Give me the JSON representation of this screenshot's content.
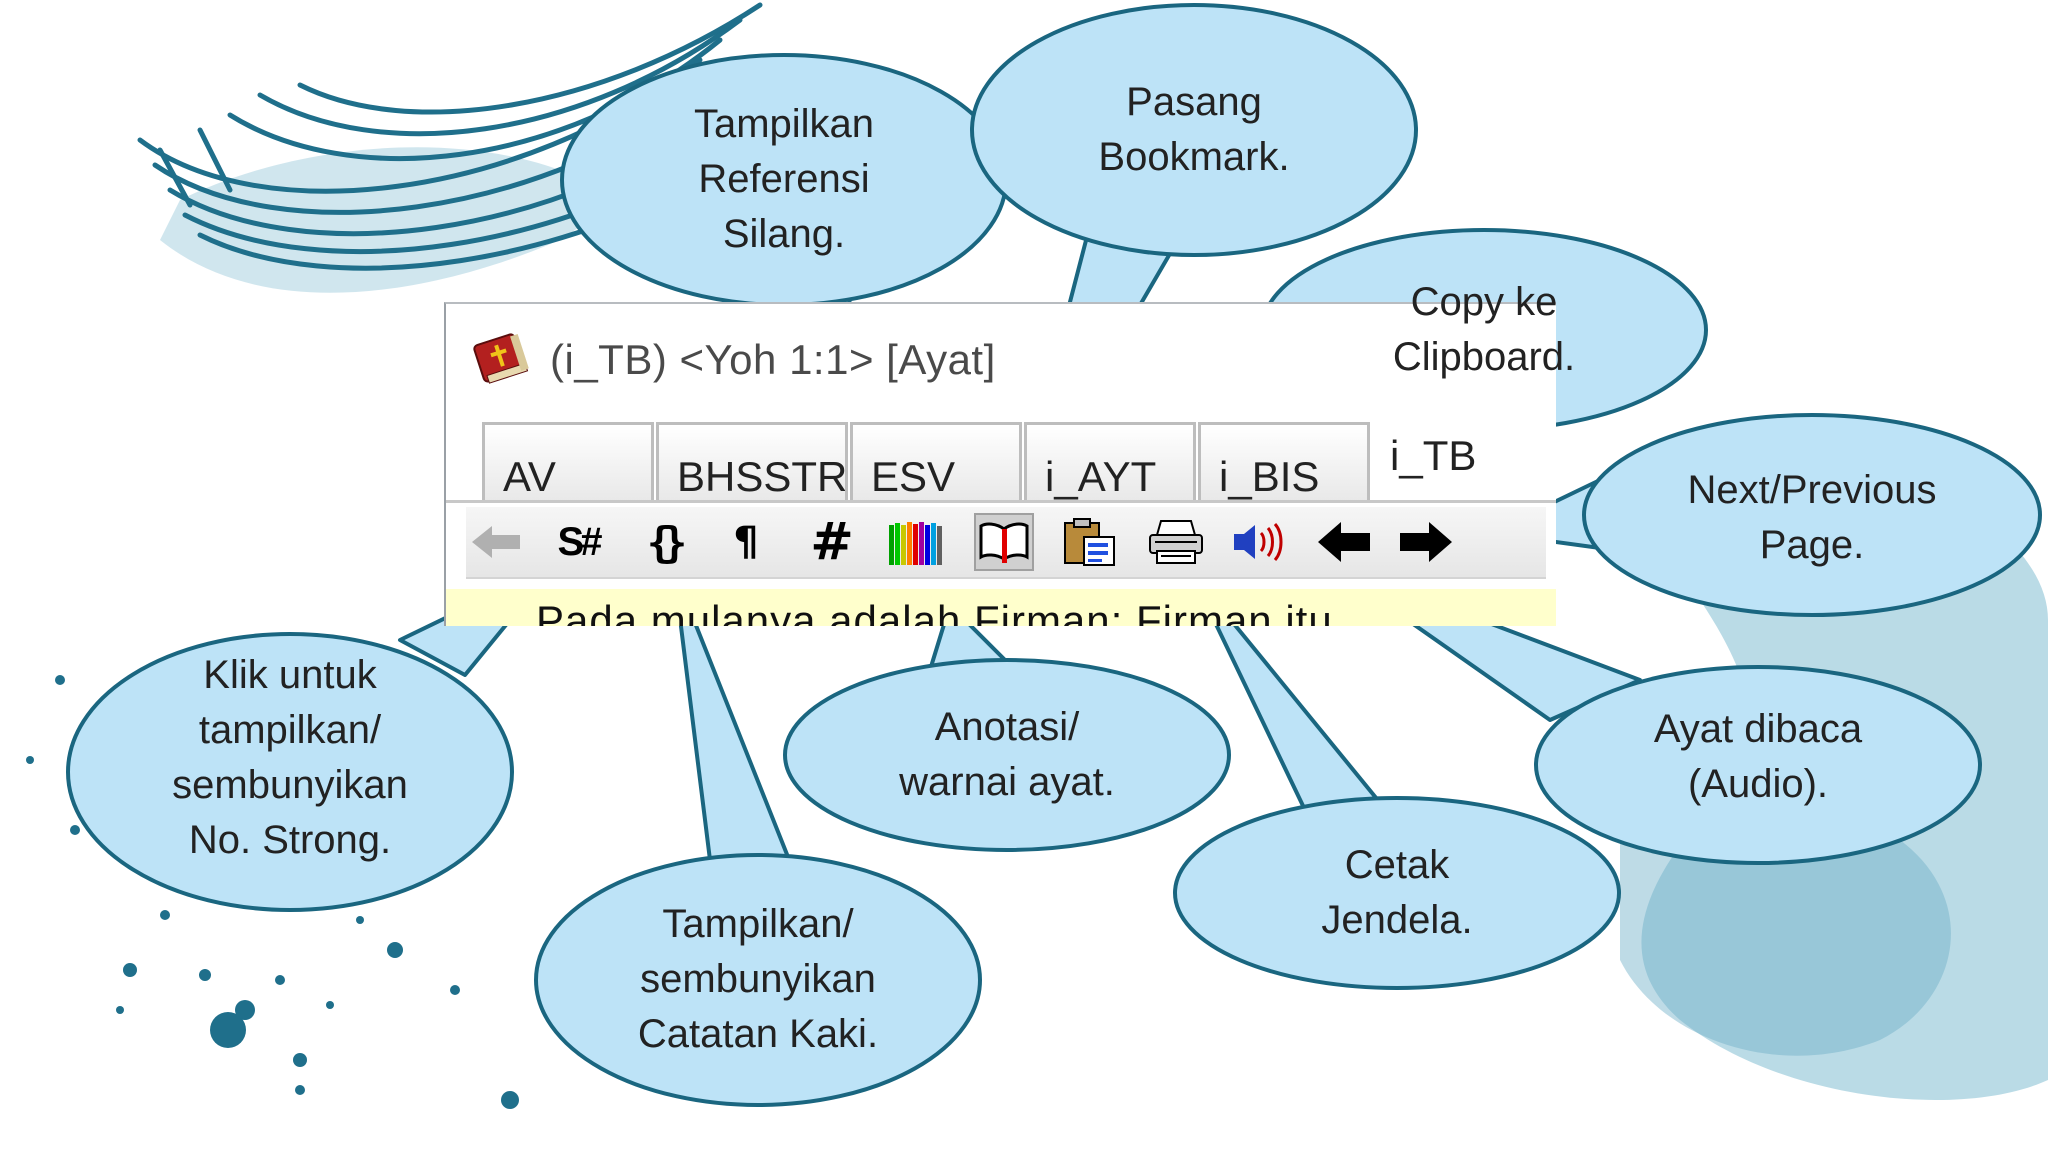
{
  "window": {
    "title": "(i_TB) <Yoh 1:1> [Ayat]",
    "tabs": [
      {
        "label": "AV",
        "active": false
      },
      {
        "label": "BHSSTR",
        "active": false
      },
      {
        "label": "ESV",
        "active": false
      },
      {
        "label": "i_AYT",
        "active": false
      },
      {
        "label": "i_BIS",
        "active": false
      },
      {
        "label": "i_TB",
        "active": true
      }
    ],
    "toolbar": {
      "back_icon": "back-arrow-icon",
      "strong_label": "S#",
      "footnote_label": "{}",
      "paragraph_label": "¶",
      "crossref_label": "#",
      "annotate_icon": "colored-pencils-icon",
      "bookmark_icon": "open-book-icon",
      "copy_icon": "clipboard-icon",
      "print_icon": "printer-icon",
      "audio_icon": "speaker-icon",
      "prev_icon": "left-arrow-icon",
      "next_icon": "right-arrow-icon"
    },
    "verse_text": "Pada mulanya adalah Firman; Firman itu"
  },
  "callouts": {
    "crossref": [
      "Tampilkan",
      "Referensi",
      "Silang."
    ],
    "bookmark": [
      "Pasang",
      "Bookmark."
    ],
    "copy": [
      "Copy ke",
      "Clipboard."
    ],
    "nextprev": [
      "Next/Previous",
      "Page."
    ],
    "strong": [
      "Klik untuk",
      "tampilkan/",
      "sembunyikan",
      "No. Strong."
    ],
    "annotate": [
      "Anotasi/",
      "warnai ayat."
    ],
    "audio": [
      "Ayat dibaca",
      "(Audio)."
    ],
    "print": [
      "Cetak",
      "Jendela."
    ],
    "footnote": [
      "Tampilkan/",
      "sembunyikan",
      "Catatan Kaki."
    ]
  },
  "colors": {
    "bubble_fill": "#bde3f7",
    "bubble_stroke": "#1a6680",
    "decor_blue": "#1f6f8b",
    "decor_wash": "#8cc3d6"
  }
}
